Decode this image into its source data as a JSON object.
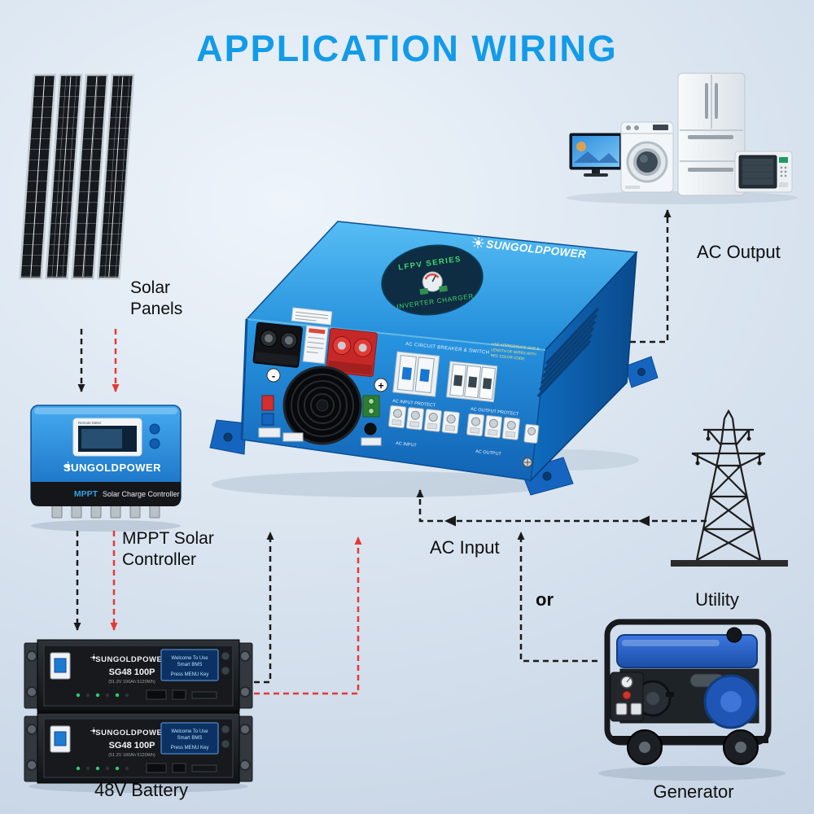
{
  "title": "APPLICATION WIRING",
  "labels": {
    "solar": "Solar\nPanels",
    "mppt": "MPPT Solar\nController",
    "battery": "48V Battery",
    "ac_output": "AC Output",
    "ac_input": "AC Input",
    "utility": "Utility",
    "or": "or",
    "generator": "Generator"
  },
  "inverter": {
    "brand": "SUNGOLDPOWER",
    "badge": {
      "line1": "LFPV SERIES",
      "line2": "INVERTER CHARGER"
    },
    "breaker_label": "AC CIRCUIT BREAKER & SWITCH",
    "wire_note": {
      "line1": "USE APPROPRIATE SIZE &",
      "line2": "LENGTH OF WIRES WITH",
      "line3": "NEC COLOR CODE"
    },
    "ac_input_protect": "AC INPUT PROTECT",
    "ac_output_protect": "AC OUTPUT PROTECT",
    "terminal_minus": "-",
    "terminal_plus": "+",
    "bottom_label_input": "AC INPUT",
    "bottom_label_output": "AC OUTPUT"
  },
  "controller": {
    "brand": "SUNGOLDPOWER",
    "meter_label": "Remote Meter",
    "model_prefix": "MPPT",
    "model_name": "Solar Charge Controller"
  },
  "battery": {
    "brand": "SUNGOLDPOWER",
    "model": "SG48 100P",
    "spec": "(51.2V 100Ah 5120Wh)",
    "lcd": {
      "line1": "Welcome To Use",
      "line2": "Smart BMS",
      "line3": "Press MENU Key"
    }
  },
  "colors": {
    "accent_blue": "#129be8",
    "inverter_blue": "#1e8fdc",
    "wire_black": "#1a1a1a",
    "wire_red": "#e53935"
  }
}
